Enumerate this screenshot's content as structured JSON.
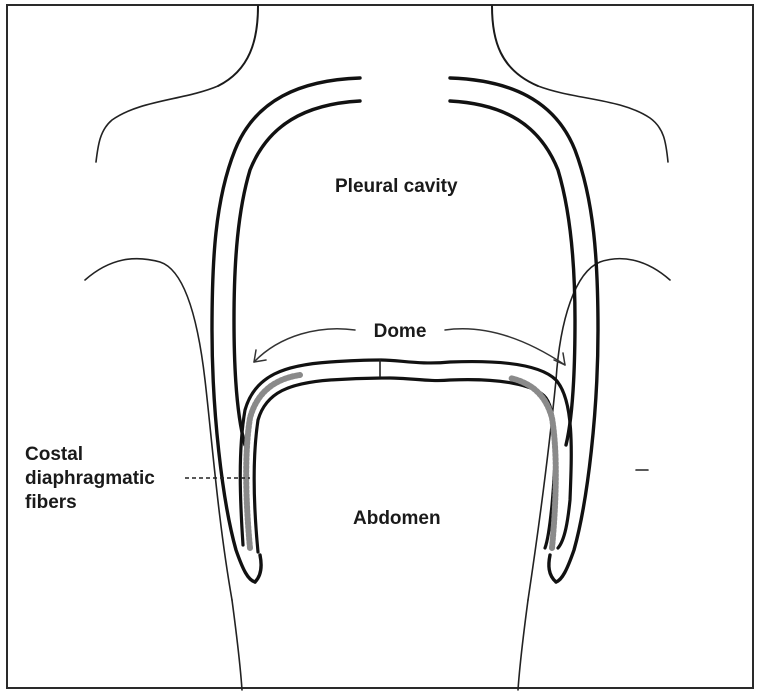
{
  "labels": {
    "pleural_cavity": "Pleural cavity",
    "dome": "Dome",
    "abdomen": "Abdomen",
    "costal_line1": "Costal",
    "costal_line2": "diaphragmatic",
    "costal_line3": "fibers"
  }
}
